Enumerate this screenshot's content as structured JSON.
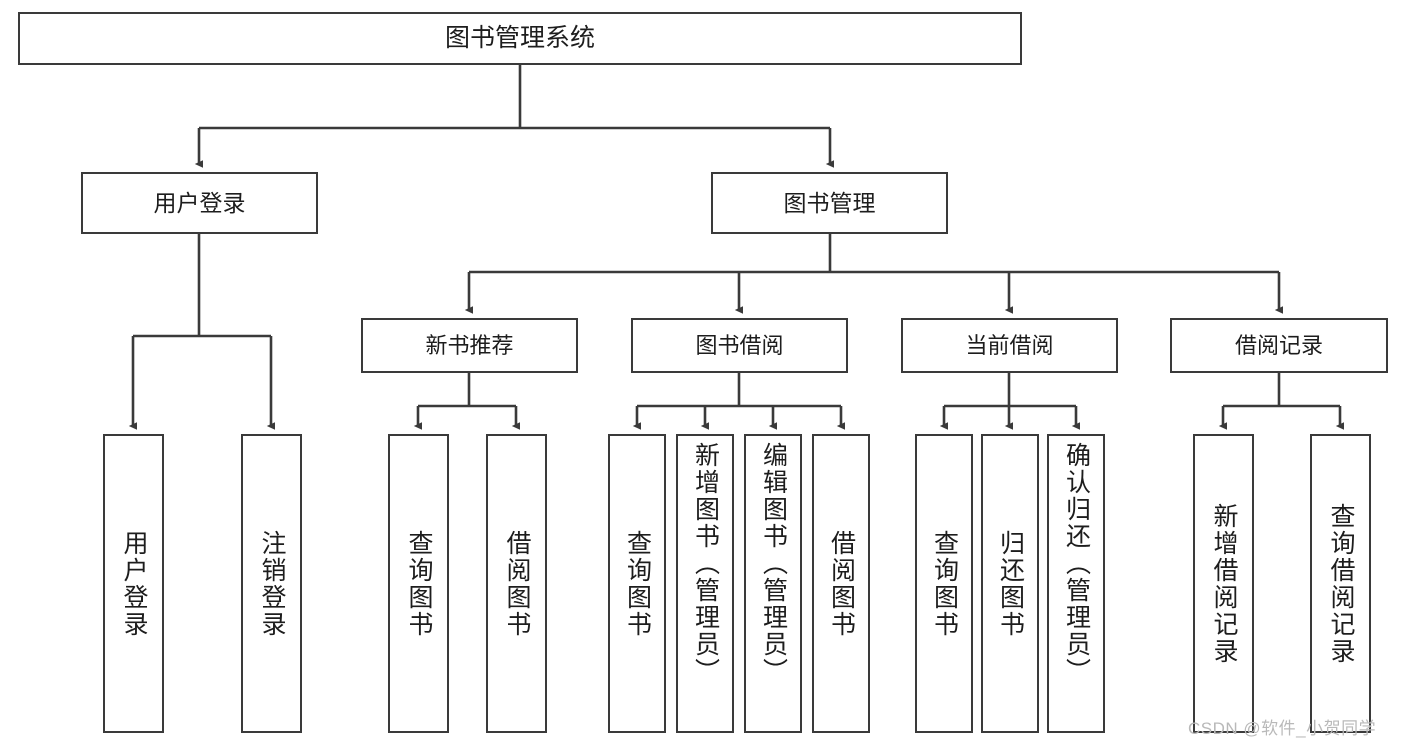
{
  "diagram": {
    "title": "图书管理系统",
    "watermark": "CSDN @软件_小贺同学",
    "line_color": "#3a3a3a",
    "box_fill": "#ffffff",
    "text_color": "#1d1d1d",
    "watermark_color": "#b9b9b9"
  },
  "nodes": {
    "root": {
      "label": "图书管理系统"
    },
    "tier2": [
      {
        "label": "用户登录"
      },
      {
        "label": "图书管理"
      }
    ],
    "tier3": [
      {
        "label": "新书推荐"
      },
      {
        "label": "图书借阅"
      },
      {
        "label": "当前借阅"
      },
      {
        "label": "借阅记录"
      }
    ],
    "leaves": {
      "user_login": [
        {
          "label": "用户登录"
        },
        {
          "label": "注销登录"
        }
      ],
      "new_book": [
        {
          "label": "查询图书"
        },
        {
          "label": "借阅图书"
        }
      ],
      "book_borrow": [
        {
          "label": "查询图书"
        },
        {
          "label": "新增图书（管理员）"
        },
        {
          "label": "编辑图书（管理员）"
        },
        {
          "label": "借阅图书"
        }
      ],
      "current_borrow": [
        {
          "label": "查询图书"
        },
        {
          "label": "归还图书"
        },
        {
          "label": "确认归还（管理员）"
        }
      ],
      "borrow_record": [
        {
          "label": "新增借阅记录"
        },
        {
          "label": "查询借阅记录"
        }
      ]
    }
  }
}
